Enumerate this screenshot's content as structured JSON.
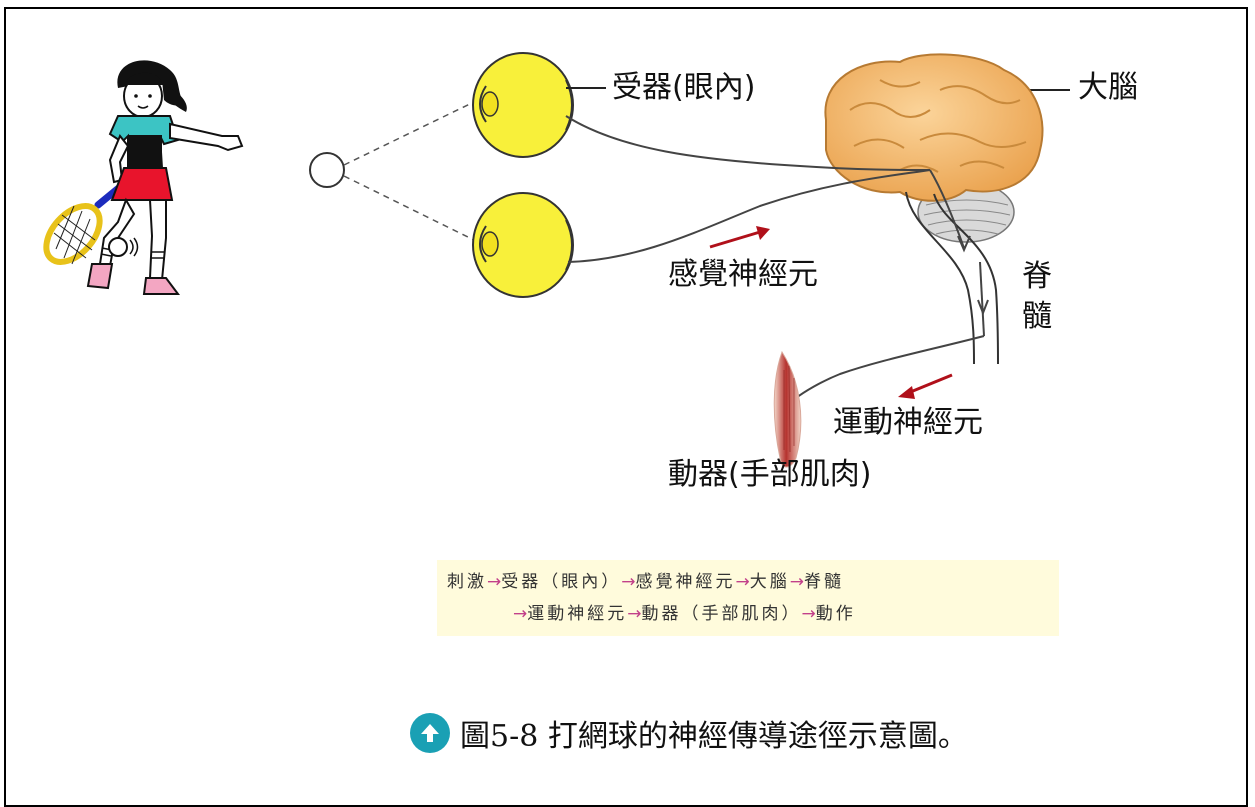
{
  "labels": {
    "receptor": "受器(眼內)",
    "brain": "大腦",
    "sensory_neuron": "感覺神經元",
    "spinal_cord_1": "脊",
    "spinal_cord_2": "髓",
    "motor_neuron": "運動神經元",
    "effector": "動器(手部肌肉)"
  },
  "flow": {
    "line1": [
      "刺激",
      "受器（眼內）",
      "感覺神經元",
      "大腦",
      "脊髓"
    ],
    "line2": [
      "運動神經元",
      "動器（手部肌肉）",
      "動作"
    ],
    "arrow": "→"
  },
  "caption": {
    "text": "圖5-8 打網球的神經傳導途徑示意圖。",
    "icon": "up-arrow-circle-icon"
  },
  "colors": {
    "eye": "#f8f03a",
    "brain": "#f3b56a",
    "cerebellum": "#d9d9d9",
    "direction_arrow": "#b0101a",
    "muscle": "#b5322e",
    "flow_box": "#fffbdc",
    "flow_arrow": "#c2408a",
    "caption_icon": "#1aa0b4"
  }
}
